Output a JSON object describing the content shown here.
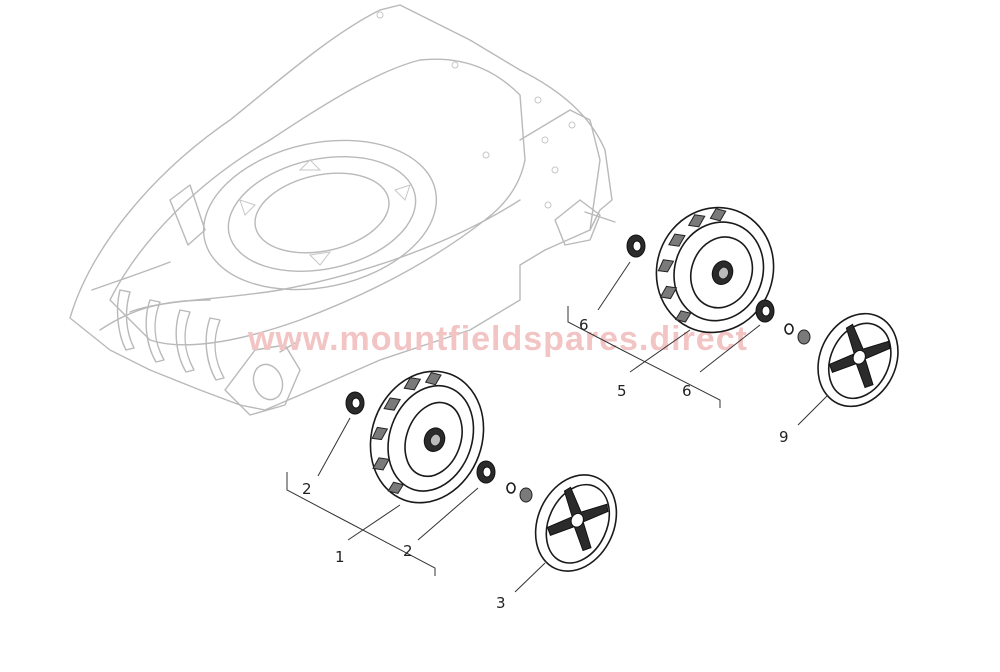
{
  "watermark": "www.mountfieldspares.direct",
  "callouts": {
    "c1": "1",
    "c2a": "2",
    "c2b": "2",
    "c3": "3",
    "c5": "5",
    "c6a": "6",
    "c6b": "6",
    "c9": "9"
  },
  "colors": {
    "deck_outline": "#b9b9b9",
    "part_outline": "#1a1a1a",
    "watermark": "#f2c4c4"
  }
}
